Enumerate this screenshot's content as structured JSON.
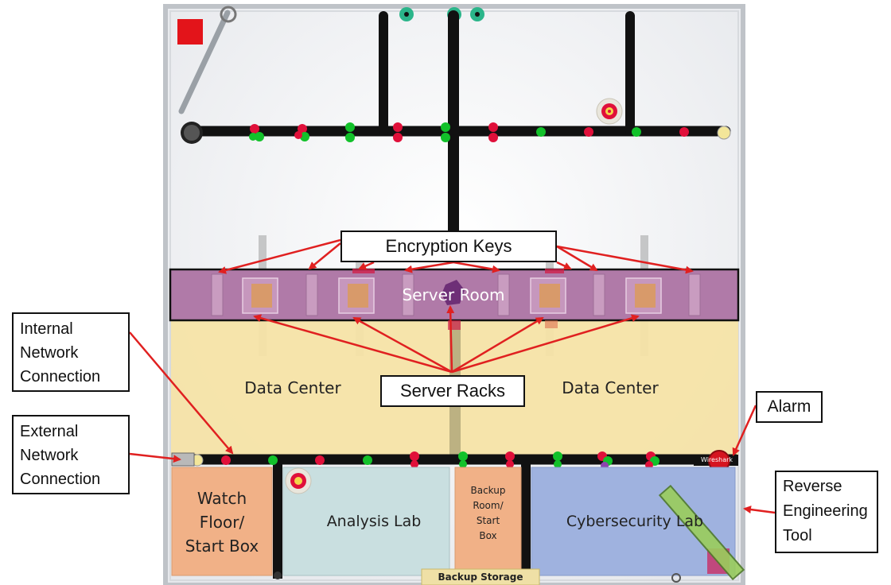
{
  "rooms": {
    "server_room": "Server Room",
    "data_center_left": "Data Center",
    "data_center_right": "Data Center",
    "watch_floor": "Watch\nFloor/\nStart Box",
    "analysis_lab": "Analysis Lab",
    "backup_room": "Backup\nRoom/\nStart\nBox",
    "cybersecurity_lab": "Cybersecurity Lab",
    "backup_storage": "Backup Storage",
    "wireshark": "Wireshark"
  },
  "callouts": {
    "encryption_keys": "Encryption Keys",
    "server_racks": "Server  Racks",
    "internal_network": "Internal\nNetwork\nConnection",
    "external_network": "External\nNetwork\nConnection",
    "alarm": "Alarm",
    "reverse_engineering": "Reverse\nEngineering\nTool"
  },
  "colors": {
    "server_room": "#b07aa8",
    "data_center": "#f6e3a6",
    "watch_floor": "#f1b187",
    "analysis_lab": "#c9dfe0",
    "cybersecurity_lab": "#9fb2df",
    "arrow": "#e02020",
    "node_red": "#e0103a",
    "node_green": "#12c12a",
    "track": "#111111"
  }
}
